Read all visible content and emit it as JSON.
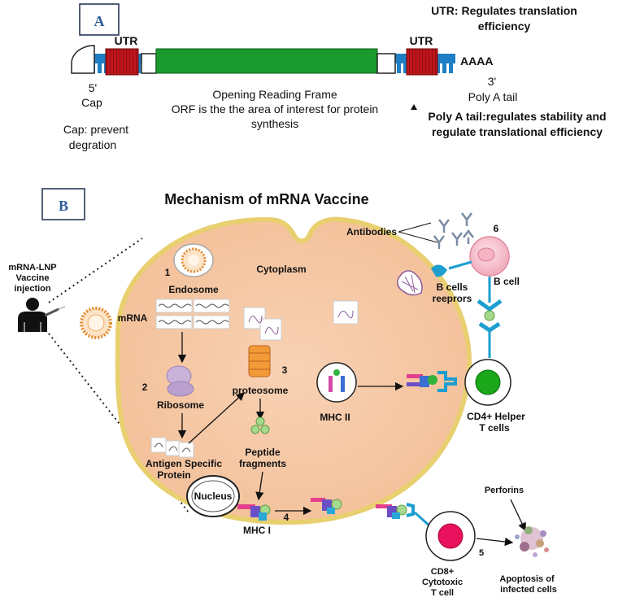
{
  "panel_a": {
    "label": "A",
    "utr_left": "UTR",
    "utr_right": "UTR",
    "utr_note_1": "UTR: Regulates translation",
    "utr_note_2": "efficiency",
    "poly_a_seq": "AAAA",
    "five_prime": "5'",
    "cap": "Cap",
    "three_prime": "3'",
    "poly_a_tail": "Poly A tail",
    "orf_1": "Opening Reading Frame",
    "orf_2": "ORF is the the area of interest for protein",
    "orf_3": "synthesis",
    "cap_note_1": "Cap: prevent",
    "cap_note_2": "degration",
    "poly_note_1": "Poly A tail:regulates stability and",
    "poly_note_2": "regulate translational efficiency"
  },
  "panel_b": {
    "label": "B",
    "title": "Mechanism of mRNA Vaccine",
    "injection_1": "mRNA-LNP",
    "injection_2": "Vaccine",
    "injection_3": "injection",
    "step_1": "1",
    "endosome": "Endosome",
    "cytoplasm": "Cytoplasm",
    "mrna": "mRNA",
    "step_2": "2",
    "ribosome": "Ribosome",
    "step_3": "3",
    "proteosome": "proteosome",
    "mhc2": "MHC II",
    "peptide_1": "Peptide",
    "peptide_2": "fragments",
    "antigen_1": "Antigen  Specific",
    "antigen_2": "Protein",
    "nucleus": "Nucleus",
    "mhc1": "MHC I",
    "step_4": "4",
    "antibodies": "Antibodies",
    "step_6": "6",
    "b_cell": "B cell",
    "bcr_1": "B cells",
    "bcr_2": "reeprors",
    "cd4_1": "CD4+ Helper",
    "cd4_2": "T cells",
    "perforins": "Perforins",
    "step_5": "5",
    "cd8_1": "CD8+",
    "cd8_2": "Cytotoxic",
    "cd8_3": "T cell",
    "apoptosis_1": "Apoptosis of",
    "apoptosis_2": "infected cells"
  },
  "colors": {
    "backbone": "#1f7fc4",
    "utr": "#c0161c",
    "orf": "#1a9a2e",
    "cell_fill": "#f6c8a6",
    "cell_border": "#e8cf70",
    "panel_label": "#2f5f9c",
    "bcell": "#f7c9d2",
    "cd4_nucleus": "#1aa71a",
    "cd8_nucleus": "#e8115c",
    "receptor": "#1d9ecf"
  }
}
